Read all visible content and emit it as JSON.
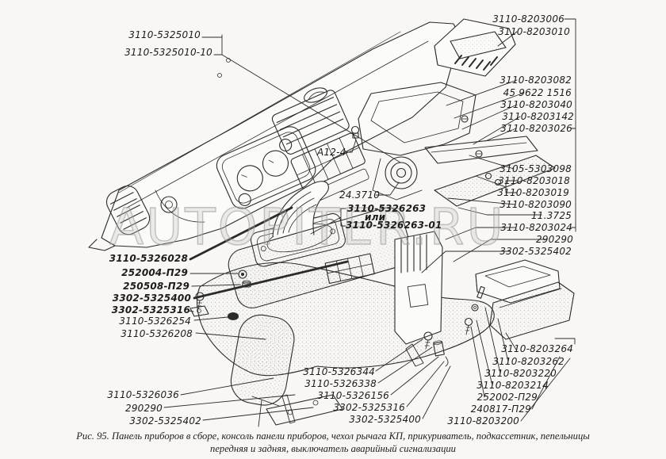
{
  "watermark": "AUTOPITER.RU",
  "caption": {
    "line1": "Рис. 95. Панель приборов в сборе, консоль панели приборов, чехол рычага КП, прикуриватель, подкассетник, пепельницы",
    "line2": "передняя и задняя, выключатель аварийный сигнализации"
  },
  "labels": [
    {
      "text": "3110-5325010"
    },
    {
      "text": "3110-5325010-10"
    },
    {
      "text": "3110-5326028"
    },
    {
      "text": "252004-П29"
    },
    {
      "text": "250508-П29"
    },
    {
      "text": "3302-5325400"
    },
    {
      "text": "3302-5325316"
    },
    {
      "text": "3110-5326254"
    },
    {
      "text": "3110-5326208"
    },
    {
      "text": "3110-5326036"
    },
    {
      "text": "290290"
    },
    {
      "text": "3302-5325402"
    },
    {
      "text": "А12-4"
    },
    {
      "text": "24.3710"
    },
    {
      "text": "3110-5326263"
    },
    {
      "text": "или"
    },
    {
      "text": "3110-5326263-01"
    },
    {
      "text": "3110-5326344"
    },
    {
      "text": "3110-5326338"
    },
    {
      "text": "3110-5326156"
    },
    {
      "text": "3302-5325316"
    },
    {
      "text": "3302-5325400"
    },
    {
      "text": "3110-8203006"
    },
    {
      "text": "3110-8203010"
    },
    {
      "text": "3110-8203082"
    },
    {
      "text": "45 9622 1516"
    },
    {
      "text": "3110-8203040"
    },
    {
      "text": "3110-8203142"
    },
    {
      "text": "3110-8203026"
    },
    {
      "text": "3105-5303098"
    },
    {
      "text": "3110-8203018"
    },
    {
      "text": "3110-8203019"
    },
    {
      "text": "3110-8203090"
    },
    {
      "text": "11.3725"
    },
    {
      "text": "3110-8203024"
    },
    {
      "text": "290290"
    },
    {
      "text": "3302-5325402"
    },
    {
      "text": "3110-8203264"
    },
    {
      "text": "3110-8203262"
    },
    {
      "text": "3110-8203220"
    },
    {
      "text": "3110-8203214"
    },
    {
      "text": "252002-П29"
    },
    {
      "text": "240817-П29"
    },
    {
      "text": "3110-8203200"
    }
  ]
}
